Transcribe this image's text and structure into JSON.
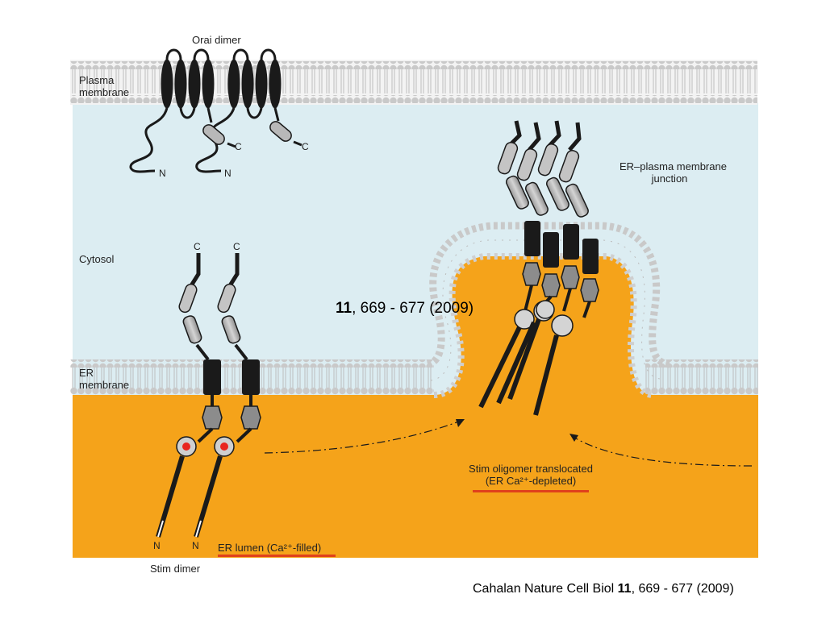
{
  "labels": {
    "orai_dimer": "Orai dimer",
    "plasma_membrane_line1": "Plasma",
    "plasma_membrane_line2": "membrane",
    "cytosol": "Cytosol",
    "er_membrane_line1": "ER",
    "er_membrane_line2": "membrane",
    "er_pm_junction_line1": "ER–plasma membrane",
    "er_pm_junction_line2": "junction",
    "terminus_c": "C",
    "terminus_n": "N",
    "er_lumen": "ER lumen (Ca²⁺-filled)",
    "stim_oligomer_line1": "Stim oligomer translocated",
    "stim_oligomer_line2": "(ER Ca²⁺-depleted)",
    "stim_dimer": "Stim dimer"
  },
  "citation": {
    "prefix": "Cahalan Nature Cell Biol ",
    "volume": "11",
    "pages": ", 669 - 677 (2009)"
  },
  "overlay_citation": {
    "volume": "11",
    "pages": ", 669 - 677 (2009)"
  },
  "colors": {
    "cytosol": "#dcedf2",
    "er_lumen": "#f5a31a",
    "membrane_head": "#cfcfcf",
    "protein_dark": "#1a1a1a",
    "protein_light": "#b8b8b8",
    "underline": "#e0401c",
    "ca_ion": "#e8251f"
  }
}
